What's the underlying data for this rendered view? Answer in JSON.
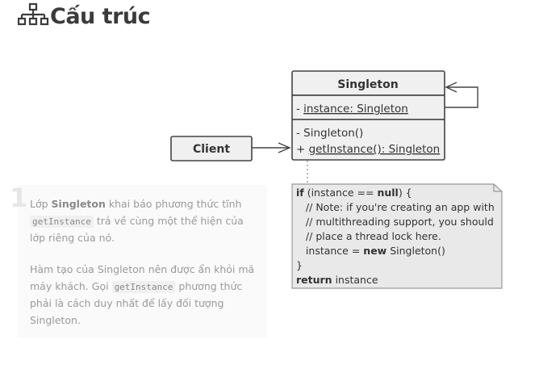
{
  "header": {
    "title": "Cấu trúc",
    "icon": "structure-icon"
  },
  "colors": {
    "box_fill": "#f0f0f0",
    "stroke": "#444444",
    "note_fill": "#e9e9e9",
    "text_muted": "#9a9a9a"
  },
  "client": {
    "label": "Client"
  },
  "singleton": {
    "name": "Singleton",
    "field_prefix": "- ",
    "field": "instance: Singleton",
    "constructor": "- Singleton()",
    "method_prefix": "+ ",
    "method": "getInstance(): Singleton"
  },
  "note": {
    "kw_if": "if",
    "cond_a": " (instance == ",
    "kw_null": "null",
    "cond_b": ") {",
    "comment1": "   // Note: if you're creating an app with",
    "comment2": "   // multithreading support, you should",
    "comment3": "   // place a thread lock here.",
    "assign_a": "   instance = ",
    "kw_new": "new",
    "assign_b": " Singleton()",
    "close": "}",
    "kw_return": "return",
    "ret": " instance"
  },
  "description": {
    "step": "1",
    "p1_a": "Lớp ",
    "p1_bold": "Singleton",
    "p1_b": " khai báo phương thức tĩnh",
    "p1_code": "getInstance",
    "p1_c": " trả về cùng một thể hiện của lớp riêng của nó.",
    "p2_a": "Hàm tạo của Singleton nên được ẩn khỏi mã máy khách. Gọi ",
    "p2_code": "getInstance",
    "p2_b": " phương thức phải là cách duy nhất để lấy đối tượng Singleton."
  }
}
